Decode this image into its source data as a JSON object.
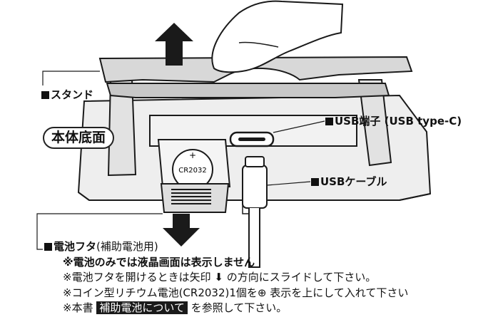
{
  "labels": {
    "stand": "スタンド",
    "body_bottom": "本体底面",
    "usb_port": "USB端子 (USB type-C)",
    "usb_cable": "USBケーブル",
    "battery_marking": "CR2032",
    "battery_plus": "+"
  },
  "notes": {
    "cover_title": "電池フタ",
    "cover_sub": "(補助電池用)",
    "warning": "※電池のみでは液晶画面は表示しません",
    "open_pre": "※電池フタを開けるときは矢印",
    "open_arrow": "⬇",
    "open_post": "の方向にスライドして下さい。",
    "insert_pre": "※コイン型リチウム電池(CR2032)1個を",
    "insert_symbol": "⊕",
    "insert_post": "表示を上にして入れて下さい",
    "ref_pre": "※本書",
    "ref_highlight": "補助電池について",
    "ref_post": "を参照して下さい。"
  },
  "colors": {
    "stand_fill": "#d8d8d8",
    "device_fill": "#eeeeee",
    "line": "#1a1a1a"
  }
}
